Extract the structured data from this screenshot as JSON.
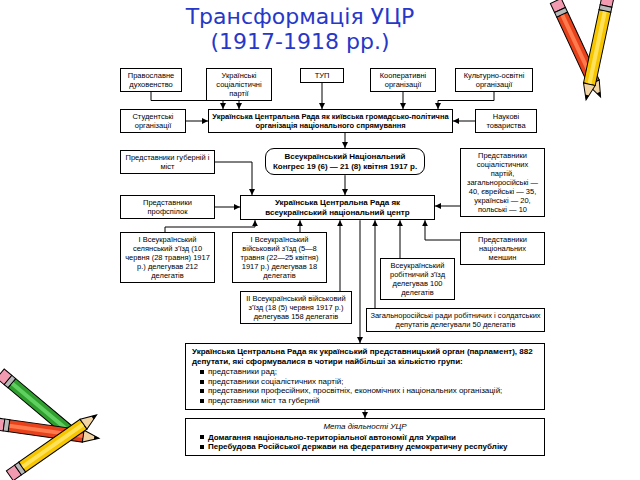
{
  "diagram": {
    "title": "Трансформація УЦР (1917-1918 рр.)",
    "nodes": [
      {
        "text": [
          "Православне духовенство"
        ]
      },
      {
        "text": [
          "Українські соціалістичні партії"
        ]
      },
      {
        "text": [
          "ТУП"
        ]
      },
      {
        "text": [
          "Кооперативні організації"
        ]
      },
      {
        "text": [
          "Культурно-освітні організації"
        ]
      },
      {
        "text": [
          "Студентські організації"
        ]
      },
      {
        "text": [
          "Українська Центральна Рада як київська громадсько-політична організація національного спрямування"
        ]
      },
      {
        "text": [
          "Наукові товариства"
        ]
      },
      {
        "text": [
          "Представники губерній і міст"
        ]
      },
      {
        "text": [
          "Всеукраїнський Національний Конгрес 19 (6) — 21 (8) квітня 1917 р."
        ]
      },
      {
        "text": [
          "Представники соціалістичних партій, загальноросійські — 40, єврейські — 35, українські — 20, польські — 10"
        ]
      },
      {
        "text": [
          "Представники профспілок"
        ]
      },
      {
        "text": [
          "Українська Центральна Рада як всеукраїнський національний центр"
        ]
      },
      {
        "text": [
          "I Всеукраїнський селянський з'їзд (10 червня (28 травня) 1917 р.) делегував 212 делегатів"
        ]
      },
      {
        "text": [
          "I Всеукраїнський військовий з'їзд (5—8 травня (22—25 квітня) 1917 р.) делегував 18 делегатів"
        ]
      },
      {
        "text": [
          "II Всеукраїнський військовий з'їзд (18 (5) червня 1917 р.) делегував 158 делегатів"
        ]
      },
      {
        "text": [
          "Всеукраїнський робітничий з'їзд делегував 100 делегатів"
        ]
      },
      {
        "text": [
          "Представники національних меншин"
        ]
      },
      {
        "text": [
          "Загальноросійські ради робітничих і солдатських депутатів делегували 50 делегатів"
        ]
      },
      {
        "text": [
          "Українська Центральна Рада як український представницький орган (парламент), 882 депутати, які сформувалися в чотири найбільші за кількістю групи:",
          "представники рад;",
          "представники соціалістичних партій;",
          "представники професійних, просвітніх, економічних і національних організацій;",
          "представники міст та губерній"
        ]
      },
      {
        "text": [
          "Мета діяльності УЦР",
          "Домагання національно-територіальної автономії для України",
          "Перебудова Російської держави на федеративну демократичну республіку"
        ]
      }
    ],
    "edges": [
      {
        "from": 0,
        "to": 6,
        "arrow": "to"
      },
      {
        "from": 1,
        "to": 6,
        "arrow": "to"
      },
      {
        "from": 2,
        "to": 6,
        "arrow": "to"
      },
      {
        "from": 3,
        "to": 6,
        "arrow": "to"
      },
      {
        "from": 4,
        "to": 6,
        "arrow": "to"
      },
      {
        "from": 5,
        "to": 6,
        "arrow": "to"
      },
      {
        "from": 7,
        "to": 6,
        "arrow": "to"
      },
      {
        "from": 6,
        "to": 9,
        "arrow": "to"
      },
      {
        "from": 8,
        "to": 12,
        "arrow": "to"
      },
      {
        "from": 9,
        "to": 12,
        "arrow": "to"
      },
      {
        "from": 11,
        "to": 12,
        "arrow": "to"
      },
      {
        "from": 10,
        "to": 12,
        "arrow": "to"
      },
      {
        "from": 13,
        "to": 12,
        "arrow": "to"
      },
      {
        "from": 14,
        "to": 12,
        "arrow": "to"
      },
      {
        "from": 15,
        "to": 12,
        "arrow": "to"
      },
      {
        "from": 16,
        "to": 12,
        "arrow": "to"
      },
      {
        "from": 17,
        "to": 12,
        "arrow": "to"
      },
      {
        "from": 18,
        "to": 12,
        "arrow": "to"
      },
      {
        "from": 12,
        "to": 19,
        "arrow": "to"
      },
      {
        "from": 19,
        "to": 20,
        "arrow": "to"
      }
    ]
  }
}
